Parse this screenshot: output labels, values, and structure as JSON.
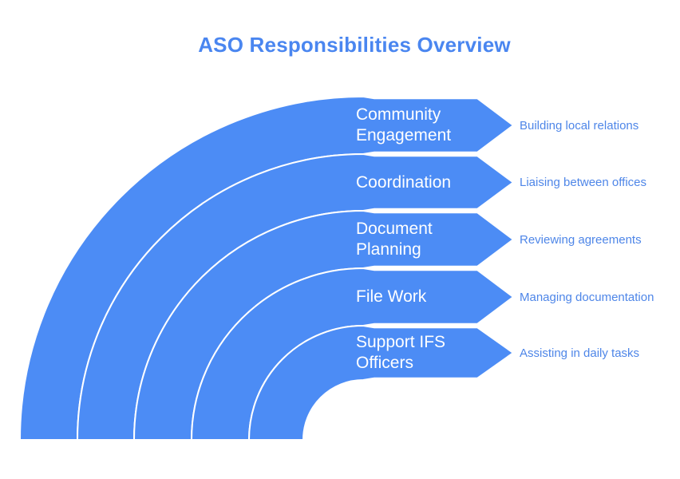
{
  "title": "ASO Responsibilities Overview",
  "diagram": {
    "type": "arc-process-fan",
    "items": [
      {
        "label": "Community Engagement",
        "description": "Building local relations"
      },
      {
        "label": "Coordination",
        "description": "Liaising between offices"
      },
      {
        "label": "Document Planning",
        "description": "Reviewing agreements"
      },
      {
        "label": "File Work",
        "description": "Managing documentation"
      },
      {
        "label": "Support IFS Officers",
        "description": "Assisting in daily tasks"
      }
    ],
    "colors": {
      "band_fill": "#4C8CF5",
      "separator": "#FFFFFF",
      "band_text": "#FFFFFF",
      "description_text": "#4E86E8",
      "title_text": "#4A86F0",
      "background": "#FFFFFF"
    }
  }
}
